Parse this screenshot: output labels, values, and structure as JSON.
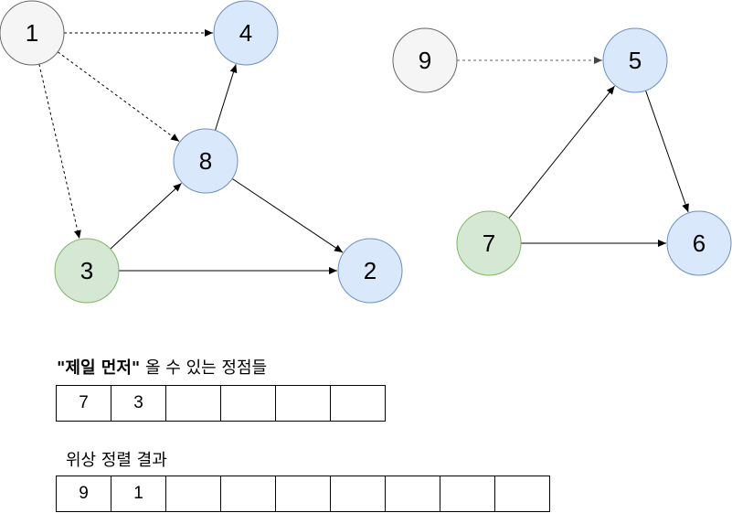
{
  "nodes": [
    {
      "id": "n1",
      "label": "1",
      "kind": "gray"
    },
    {
      "id": "n4",
      "label": "4",
      "kind": "blue"
    },
    {
      "id": "n8",
      "label": "8",
      "kind": "blue"
    },
    {
      "id": "n3",
      "label": "3",
      "kind": "green"
    },
    {
      "id": "n2",
      "label": "2",
      "kind": "blue"
    },
    {
      "id": "n9",
      "label": "9",
      "kind": "gray"
    },
    {
      "id": "n5",
      "label": "5",
      "kind": "blue"
    },
    {
      "id": "n7",
      "label": "7",
      "kind": "green"
    },
    {
      "id": "n6",
      "label": "6",
      "kind": "blue"
    }
  ],
  "edges": [
    {
      "from": "n1",
      "to": "n4",
      "style": "dashed"
    },
    {
      "from": "n1",
      "to": "n8",
      "style": "dashed"
    },
    {
      "from": "n1",
      "to": "n3",
      "style": "dashed"
    },
    {
      "from": "n8",
      "to": "n4",
      "style": "solid"
    },
    {
      "from": "n3",
      "to": "n8",
      "style": "solid"
    },
    {
      "from": "n8",
      "to": "n2",
      "style": "solid"
    },
    {
      "from": "n3",
      "to": "n2",
      "style": "solid"
    },
    {
      "from": "n9",
      "to": "n5",
      "style": "dashed"
    },
    {
      "from": "n7",
      "to": "n5",
      "style": "solid"
    },
    {
      "from": "n5",
      "to": "n6",
      "style": "solid"
    },
    {
      "from": "n7",
      "to": "n6",
      "style": "solid"
    }
  ],
  "colors": {
    "gray": {
      "fill": "#f5f5f5",
      "stroke": "#666666"
    },
    "blue": {
      "fill": "#dae8fc",
      "stroke": "#6c8ebf"
    },
    "green": {
      "fill": "#d5e8d4",
      "stroke": "#82b366"
    }
  },
  "queue": {
    "caption_quote_open": "\"",
    "caption_bold": "제일 먼저",
    "caption_quote_close": "\"",
    "caption_rest": " 올 수 있는 정점들",
    "cells": [
      "7",
      "3",
      "",
      "",
      "",
      ""
    ]
  },
  "result": {
    "caption": "위상 정렬 결과",
    "cells": [
      "9",
      "1",
      "",
      "",
      "",
      "",
      "",
      "",
      ""
    ]
  }
}
